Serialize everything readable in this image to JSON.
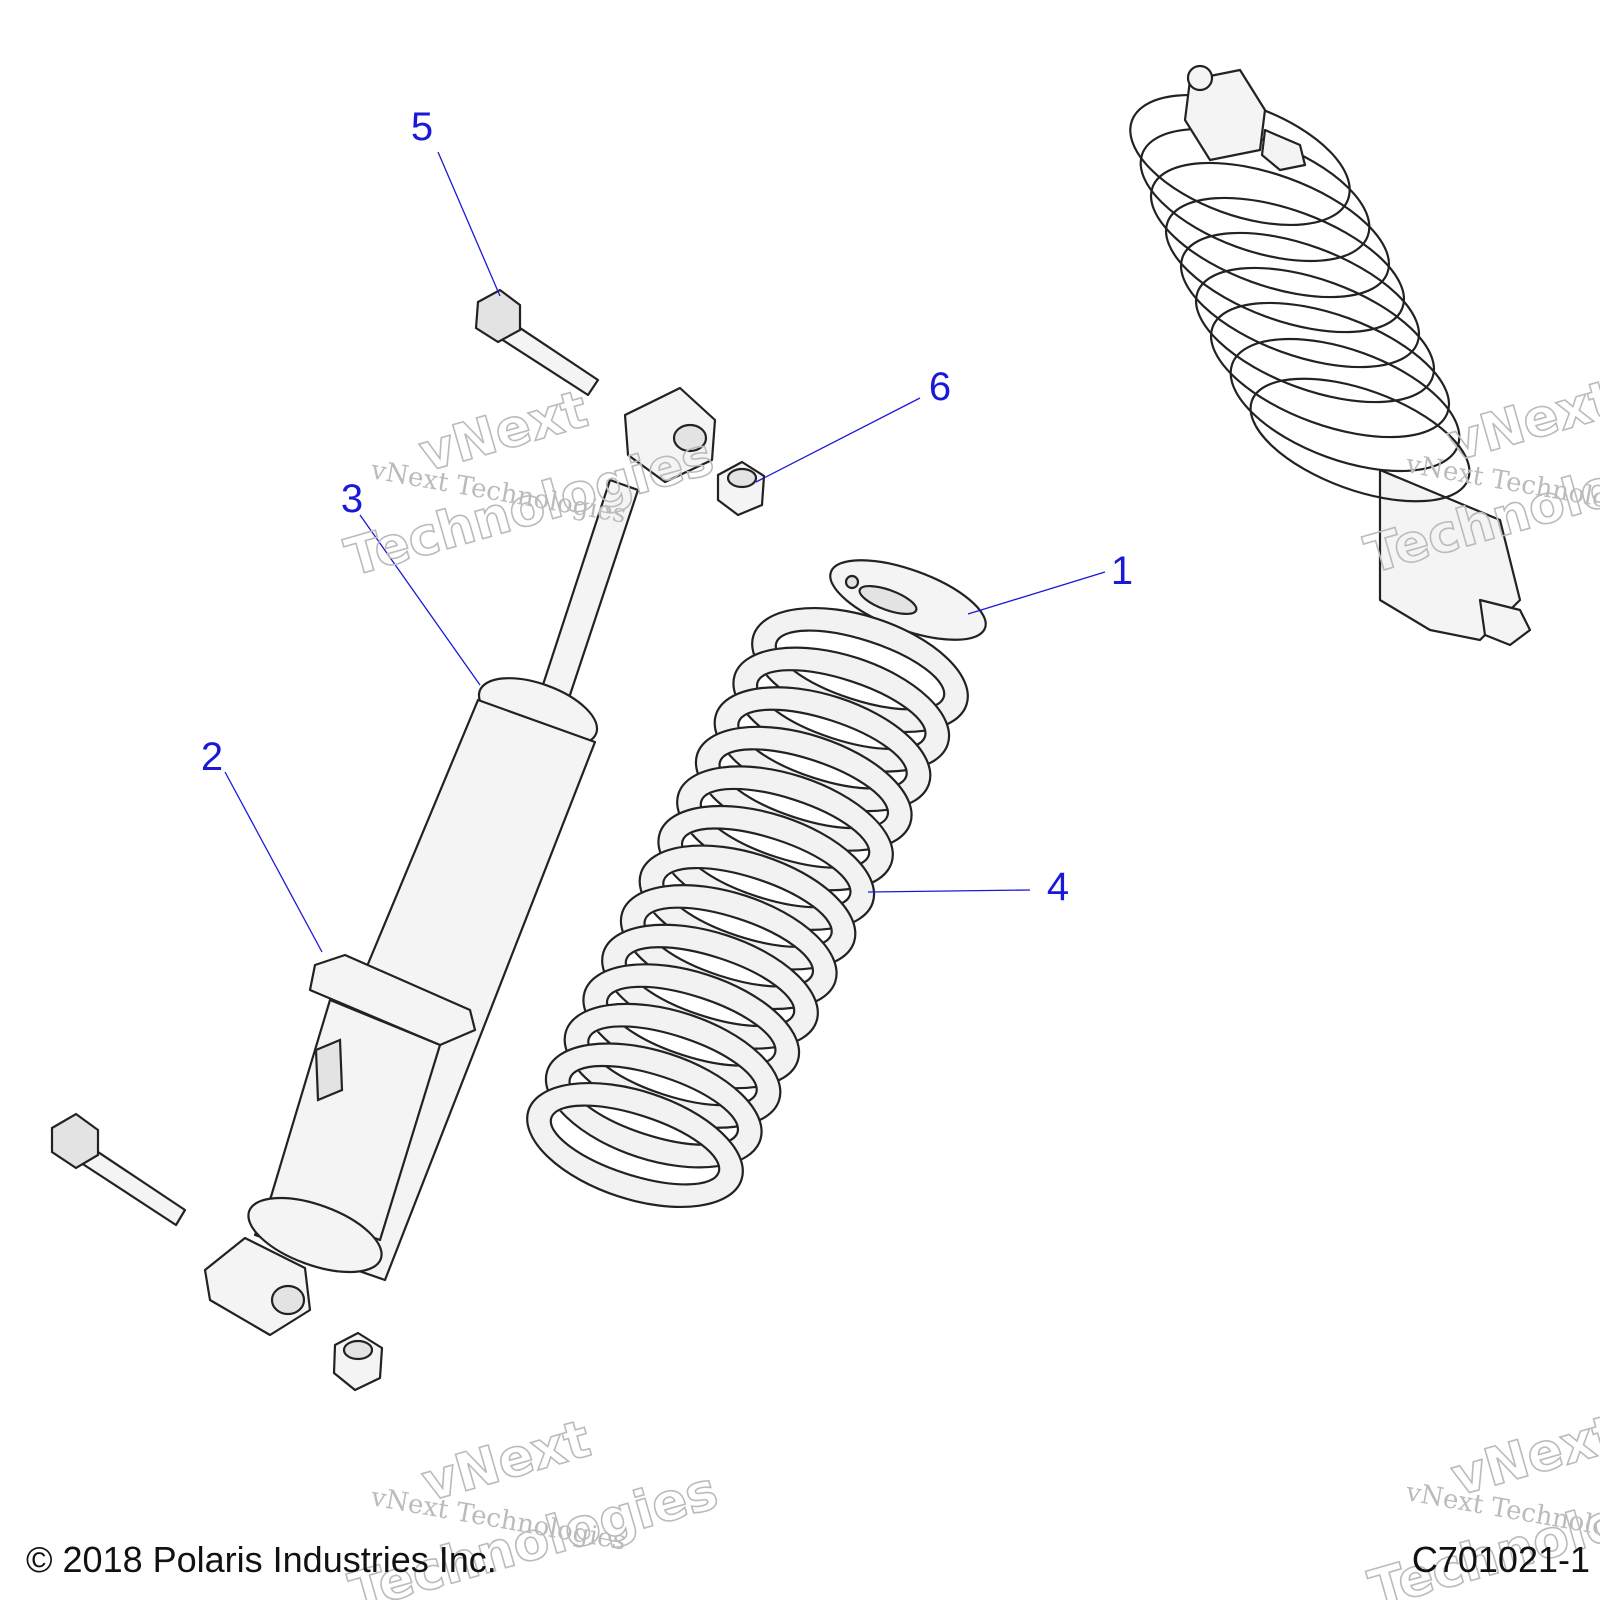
{
  "diagram": {
    "callouts": [
      {
        "id": "1",
        "label": "1"
      },
      {
        "id": "2",
        "label": "2"
      },
      {
        "id": "3",
        "label": "3"
      },
      {
        "id": "4",
        "label": "4"
      },
      {
        "id": "5",
        "label": "5"
      },
      {
        "id": "6",
        "label": "6"
      }
    ],
    "footer": {
      "copyright": "© 2018 Polaris Industries Inc.",
      "figure_code": "C701021-1"
    },
    "watermark": {
      "line1": "vNext",
      "line2": "Technologies",
      "small": "vNext Technologies"
    },
    "colors": {
      "callout": "#1a1ad6",
      "leader": "#1a1ad6",
      "outline": "#222222",
      "part_fill": "#f4f4f4",
      "watermark": "#bbbbbb"
    }
  }
}
